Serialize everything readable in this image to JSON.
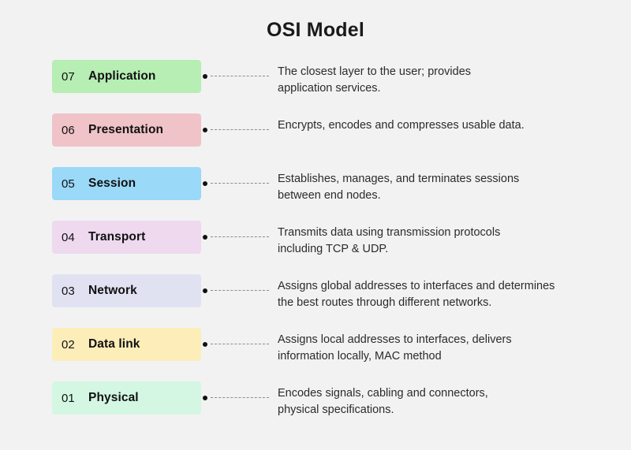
{
  "header": {
    "title": "OSI Model"
  },
  "colors": {
    "background": "#f2f2f2",
    "text": "#2b2b2b",
    "connector_dot": "#111111",
    "connector_dash": "#8c8c8c"
  },
  "layers": [
    {
      "number": "07",
      "name": "Application",
      "color": "#b6eeb4",
      "description_lines": [
        "The closest layer to the user; provides",
        "application services."
      ],
      "description": "The closest layer to the user; provides application services."
    },
    {
      "number": "06",
      "name": "Presentation",
      "color": "#f0c3c8",
      "description_lines": [
        "Encrypts, encodes and compresses usable data."
      ],
      "description": "Encrypts, encodes and compresses usable data."
    },
    {
      "number": "05",
      "name": "Session",
      "color": "#9ad9f7",
      "description_lines": [
        "Establishes, manages, and terminates sessions",
        "between end nodes."
      ],
      "description": "Establishes, manages, and terminates sessions between end nodes."
    },
    {
      "number": "04",
      "name": "Transport",
      "color": "#eed9ef",
      "description_lines": [
        "Transmits data using transmission protocols",
        "including TCP & UDP."
      ],
      "description": "Transmits data using transmission protocols including TCP & UDP."
    },
    {
      "number": "03",
      "name": "Network",
      "color": "#e1e2f1",
      "description_lines": [
        "Assigns global addresses to interfaces and determines",
        "the best routes through different networks."
      ],
      "description": "Assigns global addresses to interfaces and determines the best routes through different networks."
    },
    {
      "number": "02",
      "name": "Data link",
      "color": "#fcedb9",
      "description_lines": [
        "Assigns local addresses to interfaces, delivers",
        "information locally, MAC method"
      ],
      "description": "Assigns local addresses to interfaces, delivers information locally, MAC method"
    },
    {
      "number": "01",
      "name": "Physical",
      "color": "#d3f7e3",
      "description_lines": [
        "Encodes signals, cabling and connectors,",
        "physical specifications."
      ],
      "description": "Encodes signals, cabling and connectors, physical specifications."
    }
  ]
}
